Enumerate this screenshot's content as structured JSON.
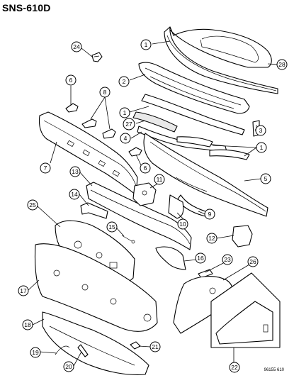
{
  "diagram_id": "SNS-610D",
  "figure_code": "96155 610",
  "callouts": [
    {
      "id": "c1a",
      "label": "1"
    },
    {
      "id": "c28",
      "label": "28"
    },
    {
      "id": "c24",
      "label": "24"
    },
    {
      "id": "c2",
      "label": "2"
    },
    {
      "id": "c6a",
      "label": "6"
    },
    {
      "id": "c8",
      "label": "8"
    },
    {
      "id": "c1b",
      "label": "1"
    },
    {
      "id": "c3",
      "label": "3"
    },
    {
      "id": "c27",
      "label": "27"
    },
    {
      "id": "c4",
      "label": "4"
    },
    {
      "id": "c1c",
      "label": "1"
    },
    {
      "id": "c7",
      "label": "7"
    },
    {
      "id": "c6b",
      "label": "6"
    },
    {
      "id": "c5",
      "label": "5"
    },
    {
      "id": "c13",
      "label": "13"
    },
    {
      "id": "c11",
      "label": "11"
    },
    {
      "id": "c14",
      "label": "14"
    },
    {
      "id": "c9",
      "label": "9"
    },
    {
      "id": "c25",
      "label": "25"
    },
    {
      "id": "c10",
      "label": "10"
    },
    {
      "id": "c15",
      "label": "15"
    },
    {
      "id": "c12",
      "label": "12"
    },
    {
      "id": "c16",
      "label": "16"
    },
    {
      "id": "c23",
      "label": "23"
    },
    {
      "id": "c26",
      "label": "26"
    },
    {
      "id": "c17",
      "label": "17"
    },
    {
      "id": "c18",
      "label": "18"
    },
    {
      "id": "c21",
      "label": "21"
    },
    {
      "id": "c19",
      "label": "19"
    },
    {
      "id": "c20",
      "label": "20"
    },
    {
      "id": "c22",
      "label": "22"
    }
  ]
}
